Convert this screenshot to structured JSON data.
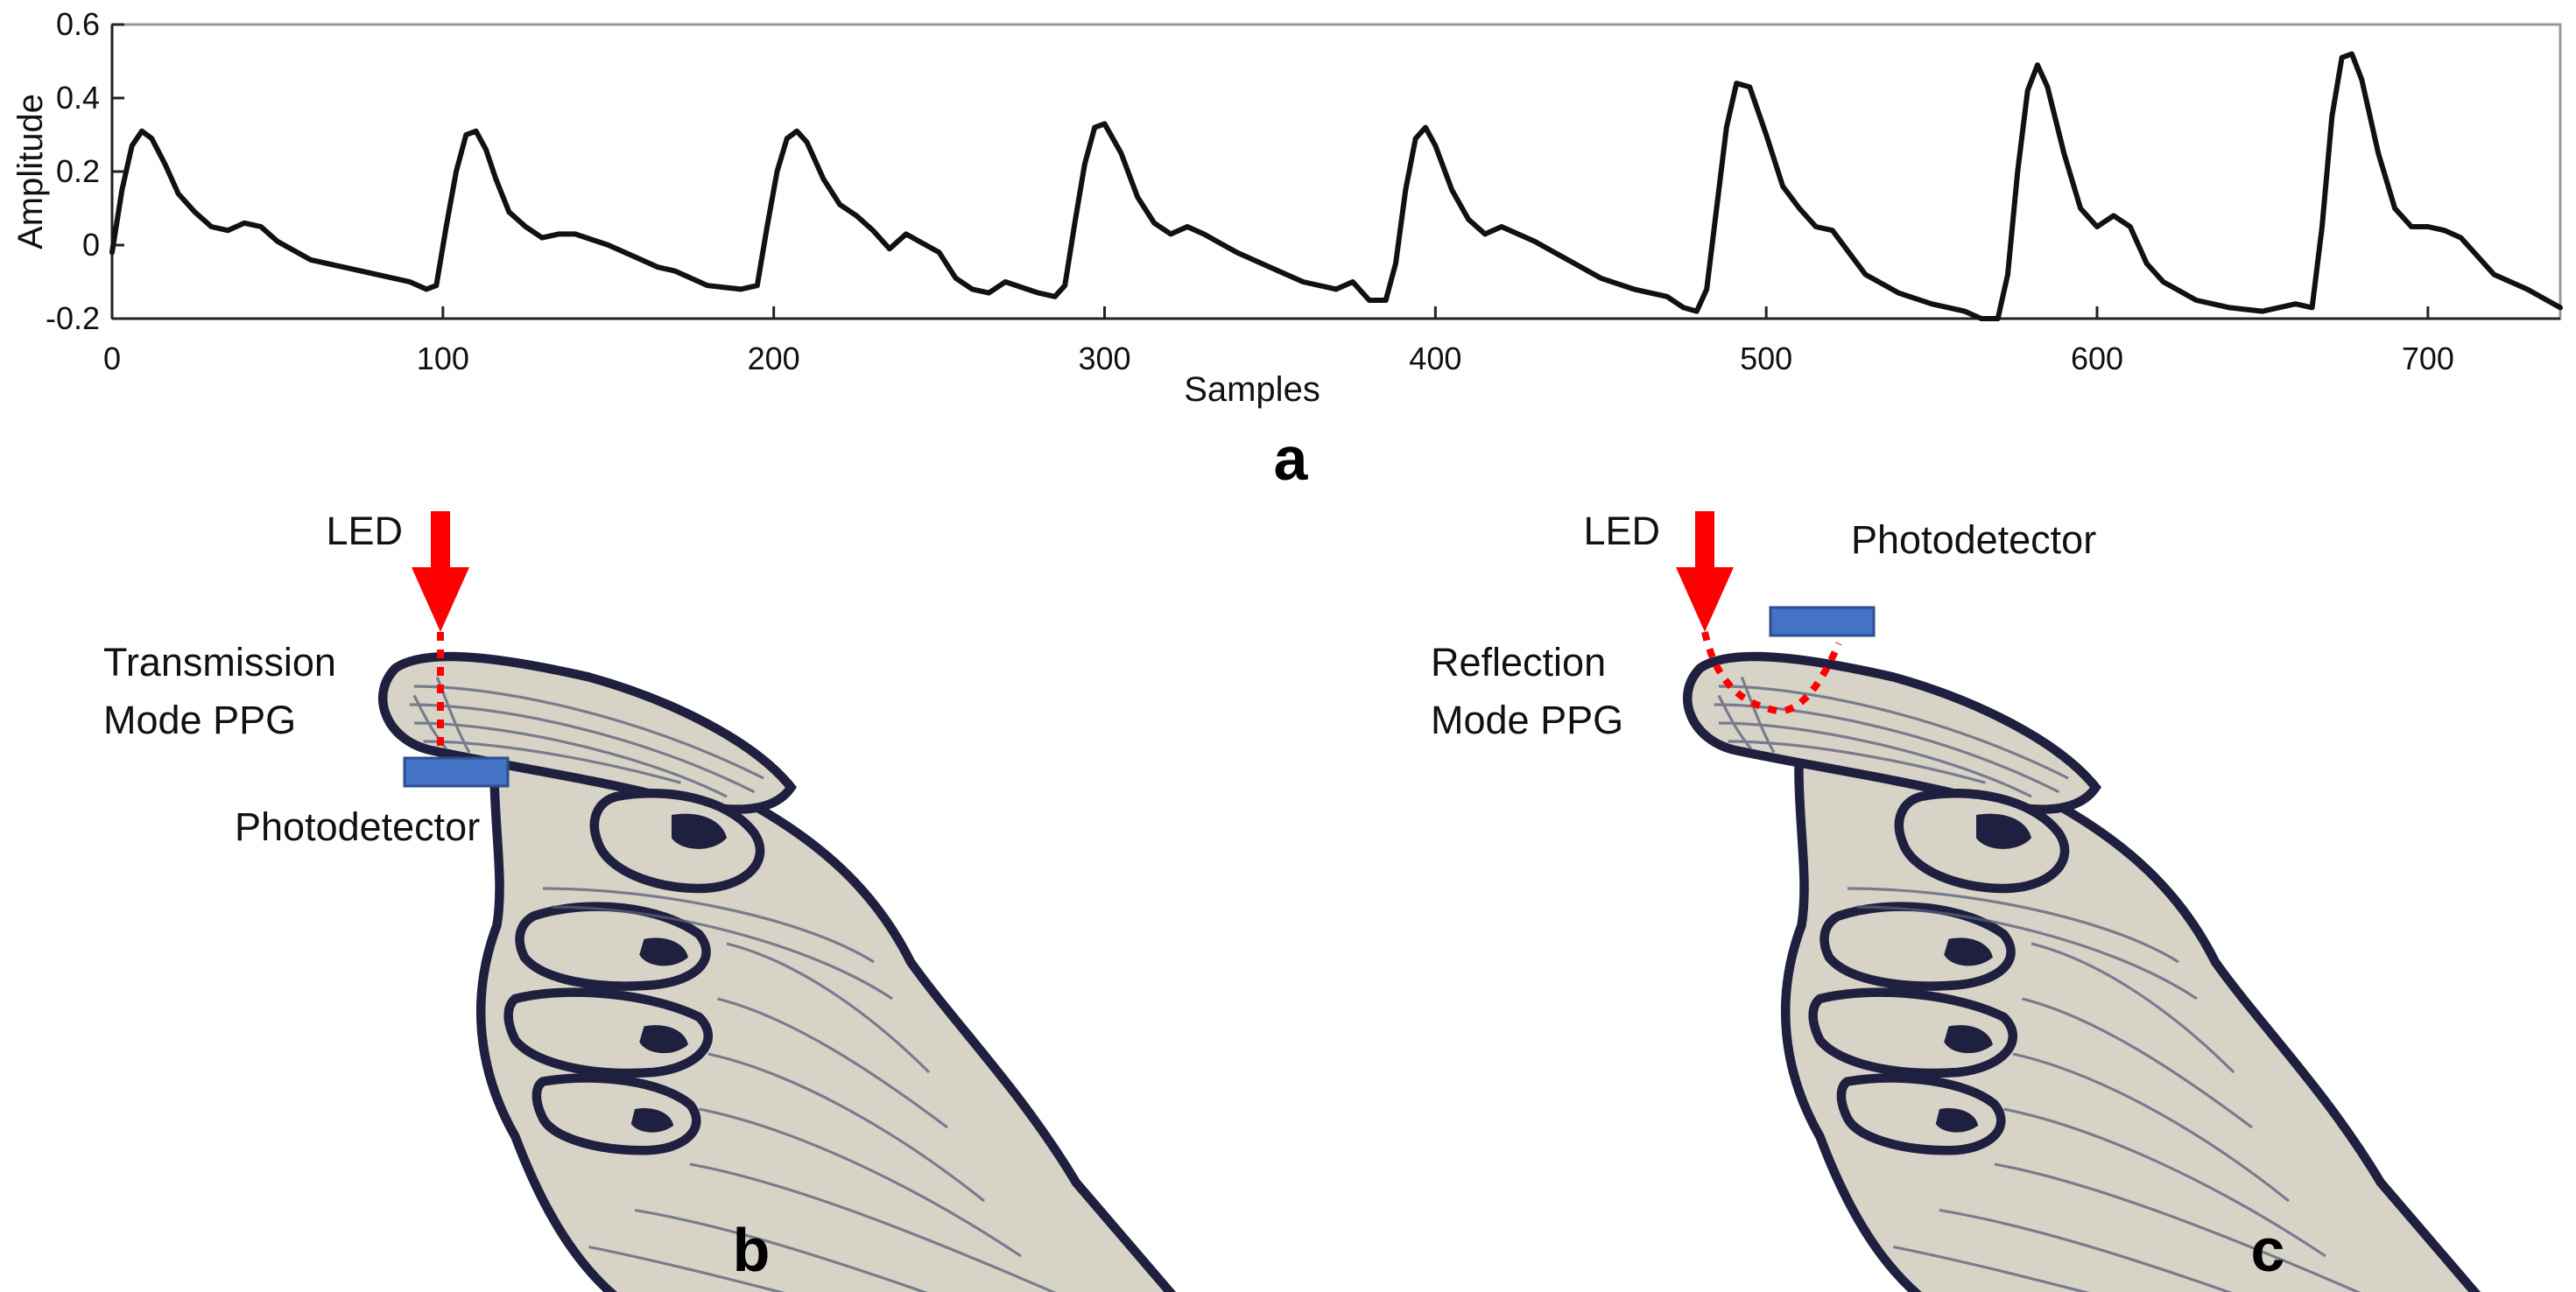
{
  "chart_data": {
    "type": "line",
    "title": "",
    "xlabel": "Samples",
    "ylabel": "Amplitude",
    "xlim": [
      0,
      740
    ],
    "ylim": [
      -0.2,
      0.6
    ],
    "x_ticks": [
      0,
      100,
      200,
      300,
      400,
      500,
      600,
      700
    ],
    "y_ticks": [
      -0.2,
      0,
      0.2,
      0.4,
      0.6
    ],
    "y_tick_labels": [
      "-0.2",
      "0",
      "0.2",
      "0.4",
      "0.6"
    ],
    "grid": false,
    "line_color": "#111111",
    "x": [
      0,
      3,
      6,
      9,
      12,
      16,
      20,
      25,
      30,
      35,
      40,
      45,
      50,
      60,
      70,
      80,
      90,
      95,
      98,
      101,
      104,
      107,
      110,
      113,
      116,
      120,
      125,
      130,
      135,
      140,
      150,
      160,
      165,
      170,
      175,
      180,
      190,
      195,
      198,
      201,
      204,
      207,
      210,
      215,
      220,
      225,
      230,
      235,
      240,
      250,
      255,
      260,
      265,
      270,
      280,
      285,
      288,
      291,
      294,
      297,
      300,
      305,
      310,
      315,
      320,
      325,
      330,
      340,
      350,
      360,
      370,
      375,
      380,
      385,
      388,
      391,
      394,
      397,
      400,
      405,
      410,
      415,
      420,
      425,
      430,
      440,
      450,
      460,
      470,
      475,
      479,
      482,
      485,
      488,
      491,
      495,
      500,
      505,
      510,
      515,
      520,
      525,
      530,
      540,
      550,
      560,
      565,
      570,
      573,
      576,
      579,
      582,
      585,
      590,
      595,
      600,
      605,
      610,
      615,
      620,
      630,
      640,
      650,
      660,
      665,
      668,
      671,
      674,
      677,
      680,
      685,
      690,
      695,
      700,
      705,
      710,
      715,
      720,
      730,
      740
    ],
    "y": [
      -0.02,
      0.15,
      0.27,
      0.31,
      0.29,
      0.22,
      0.14,
      0.09,
      0.05,
      0.04,
      0.06,
      0.05,
      0.01,
      -0.04,
      -0.06,
      -0.08,
      -0.1,
      -0.12,
      -0.11,
      0.05,
      0.2,
      0.3,
      0.31,
      0.26,
      0.18,
      0.09,
      0.05,
      0.02,
      0.03,
      0.03,
      0.0,
      -0.04,
      -0.06,
      -0.07,
      -0.09,
      -0.11,
      -0.12,
      -0.11,
      0.05,
      0.2,
      0.29,
      0.31,
      0.28,
      0.18,
      0.11,
      0.08,
      0.04,
      -0.01,
      0.03,
      -0.02,
      -0.09,
      -0.12,
      -0.13,
      -0.1,
      -0.13,
      -0.14,
      -0.11,
      0.06,
      0.22,
      0.32,
      0.33,
      0.25,
      0.13,
      0.06,
      0.03,
      0.05,
      0.03,
      -0.02,
      -0.06,
      -0.1,
      -0.12,
      -0.1,
      -0.15,
      -0.15,
      -0.05,
      0.15,
      0.29,
      0.32,
      0.27,
      0.15,
      0.07,
      0.03,
      0.05,
      0.03,
      0.01,
      -0.04,
      -0.09,
      -0.12,
      -0.14,
      -0.17,
      -0.18,
      -0.12,
      0.1,
      0.32,
      0.44,
      0.43,
      0.3,
      0.16,
      0.1,
      0.05,
      0.04,
      -0.02,
      -0.08,
      -0.13,
      -0.16,
      -0.18,
      -0.2,
      -0.2,
      -0.08,
      0.2,
      0.42,
      0.49,
      0.43,
      0.25,
      0.1,
      0.05,
      0.08,
      0.05,
      -0.05,
      -0.1,
      -0.15,
      -0.17,
      -0.18,
      -0.16,
      -0.17,
      0.05,
      0.35,
      0.51,
      0.52,
      0.45,
      0.25,
      0.1,
      0.05,
      0.05,
      0.04,
      0.02,
      -0.03,
      -0.08,
      -0.12,
      -0.17
    ]
  },
  "panel_a": {
    "letter": "a"
  },
  "panel_b": {
    "letter": "b",
    "led": "LED",
    "mode_line1": "Transmission",
    "mode_line2": "Mode PPG",
    "detector": "Photodetector"
  },
  "panel_c": {
    "letter": "c",
    "led": "LED",
    "mode_line1": "Reflection",
    "mode_line2": "Mode PPG",
    "detector": "Photodetector"
  },
  "colors": {
    "arrow": "#ff0000",
    "detector_fill": "#4472c4",
    "hand_fill": "#d7d3c7",
    "hand_outline": "#1f2040"
  }
}
